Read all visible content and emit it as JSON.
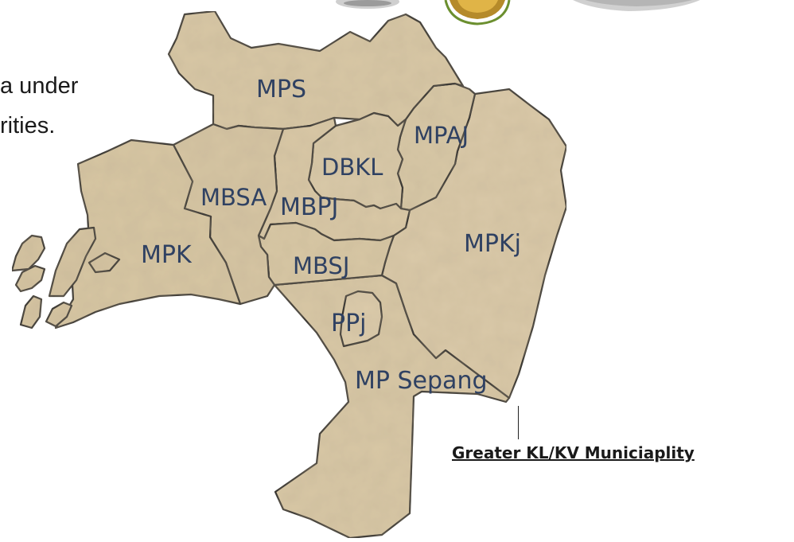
{
  "intro": {
    "line1": "a  under",
    "line2": "rities."
  },
  "regions": [
    {
      "id": "mps",
      "label": "MPS",
      "fill": "#d8c7a5"
    },
    {
      "id": "mpaj",
      "label": "MPAJ",
      "fill": "#d8c8a6"
    },
    {
      "id": "dbkl",
      "label": "DBKL",
      "fill": "#d9c9a8"
    },
    {
      "id": "mbsa",
      "label": "MBSA",
      "fill": "#d6c5a3"
    },
    {
      "id": "mbpj",
      "label": "MBPJ",
      "fill": "#d9c8a6"
    },
    {
      "id": "mpk",
      "label": "MPK",
      "fill": "#d7c6a3"
    },
    {
      "id": "mpkj",
      "label": "MPKj",
      "fill": "#dac9a8"
    },
    {
      "id": "mbsj",
      "label": "MBSJ",
      "fill": "#d8c7a4"
    },
    {
      "id": "ppj",
      "label": "PPj",
      "fill": "#dccbaa"
    },
    {
      "id": "mp-sepang",
      "label": "MP Sepang",
      "fill": "#d8c7a5"
    }
  ],
  "caption": "Greater KL/KV Municiaplity",
  "colors": {
    "label": "#2f4162",
    "border": "#2a2a2a",
    "land": "#d8c7a5"
  }
}
